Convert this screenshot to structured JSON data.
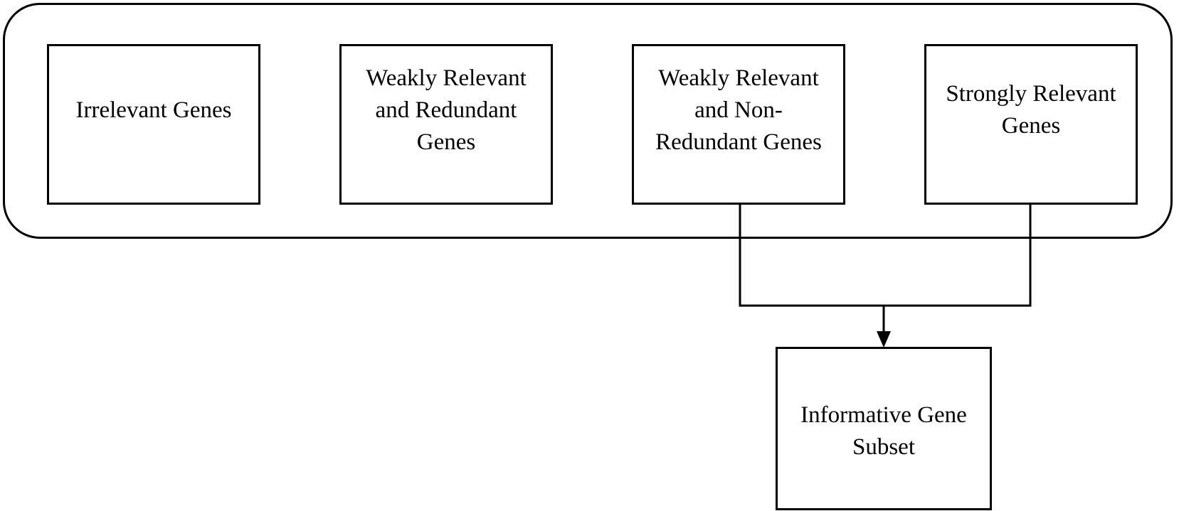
{
  "diagram": {
    "group_boxes": [
      {
        "id": "irrelevant",
        "label": "Irrelevant Genes"
      },
      {
        "id": "weak-redundant",
        "label": "Weakly Relevant\nand Redundant\nGenes"
      },
      {
        "id": "weak-nonredundant",
        "label": "Weakly Relevant\nand Non-\nRedundant Genes"
      },
      {
        "id": "strong",
        "label": "Strongly Relevant\nGenes"
      }
    ],
    "result_box": {
      "label": "Informative Gene\nSubset"
    }
  }
}
